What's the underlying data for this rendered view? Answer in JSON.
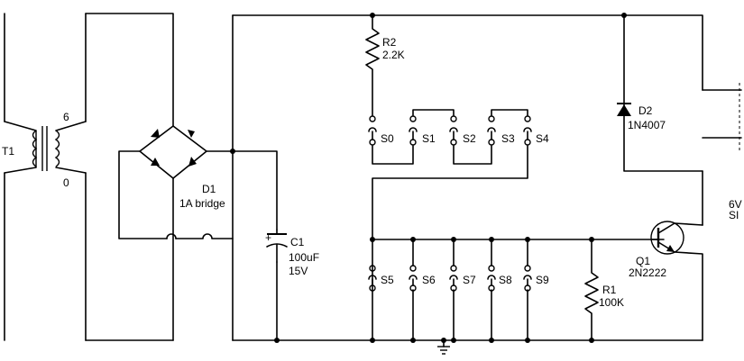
{
  "transformer": {
    "ref": "T1",
    "primary_tap": "6",
    "secondary_tap": "0"
  },
  "bridge": {
    "ref": "D1",
    "value": "1A bridge"
  },
  "capacitor": {
    "ref": "C1",
    "value": "100uF",
    "voltage": "15V",
    "polarity": "+"
  },
  "resistor_r2": {
    "ref": "R2",
    "value": "2.2K"
  },
  "resistor_r1": {
    "ref": "R1",
    "value": "100K"
  },
  "diode_d2": {
    "ref": "D2",
    "value": "1N4007"
  },
  "transistor": {
    "ref": "Q1",
    "value": "2N2222"
  },
  "relay_partial": {
    "line1": "6V",
    "line2": "SI"
  },
  "switches_top": [
    "S0",
    "S1",
    "S2",
    "S3",
    "S4"
  ],
  "switches_bottom": [
    "S5",
    "S6",
    "S7",
    "S8",
    "S9"
  ]
}
